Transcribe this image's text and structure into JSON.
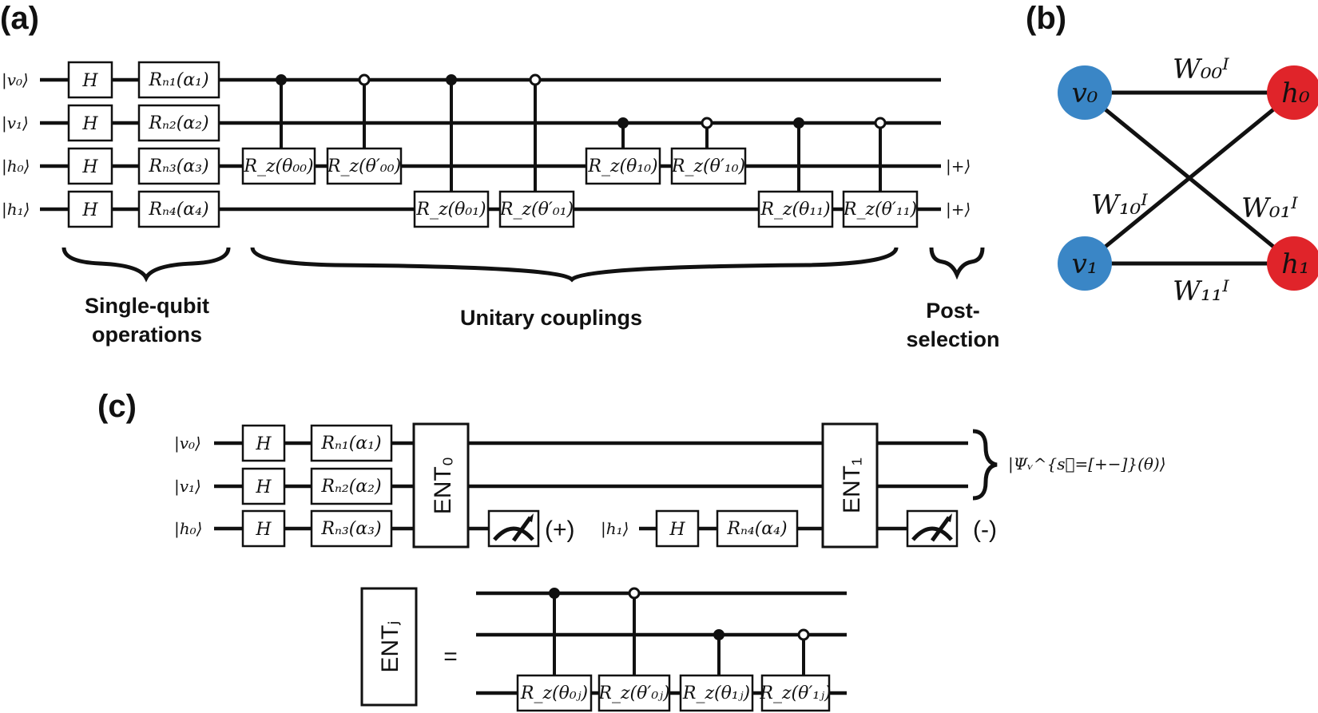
{
  "panels": {
    "a": "(a)",
    "b": "(b)",
    "c": "(c)"
  },
  "circuit_a": {
    "inputs": [
      "|v₀⟩",
      "|v₁⟩",
      "|h₀⟩",
      "|h₁⟩"
    ],
    "hadamard": "H",
    "rotations": [
      "Rₙ₁(α₁)",
      "Rₙ₂(α₂)",
      "Rₙ₃(α₃)",
      "Rₙ₄(α₄)"
    ],
    "couplings": [
      "R_z(θ₀₀)",
      "R_z(θ′₀₀)",
      "R_z(θ₀₁)",
      "R_z(θ′₀₁)",
      "R_z(θ₁₀)",
      "R_z(θ′₁₀)",
      "R_z(θ₁₁)",
      "R_z(θ′₁₁)"
    ],
    "outputs": [
      "|+⟩",
      "|+⟩"
    ],
    "groups": {
      "single_qubit_line1": "Single-qubit",
      "single_qubit_line2": "operations",
      "unitary": "Unitary couplings",
      "post_line1": "Post-",
      "post_line2": "selection"
    }
  },
  "graph_b": {
    "nodes": [
      "v0",
      "h0",
      "v1",
      "h1"
    ],
    "node_labels": {
      "v0": "v₀",
      "h0": "h₀",
      "v1": "v₁",
      "h1": "h₁"
    },
    "edge_labels": {
      "w00": "W₀₀ᴵ",
      "w10": "W₁₀ᴵ",
      "w01": "W₀₁ᴵ",
      "w11": "W₁₁ᴵ"
    },
    "colors": {
      "visible": "#3a86c6",
      "hidden": "#e0242a"
    }
  },
  "circuit_c": {
    "inputs": [
      "|v₀⟩",
      "|v₁⟩",
      "|h₀⟩"
    ],
    "late_input": "|h₁⟩",
    "hadamard": "H",
    "rotations": [
      "Rₙ₁(α₁)",
      "Rₙ₂(α₂)",
      "Rₙ₃(α₃)"
    ],
    "late_rotation": "Rₙ₄(α₄)",
    "ent0": "ENT₀",
    "ent1": "ENT₁",
    "meas1": "(+)",
    "meas2": "(-)",
    "state": "|Ψᵥ^{s⃗=[+−]}(θ)⟩"
  },
  "ent_def": {
    "label": "ENTⱼ",
    "equals": "=",
    "gates": [
      "R_z(θ₀ⱼ)",
      "R_z(θ′₀ⱼ)",
      "R_z(θ₁ⱼ)",
      "R_z(θ′₁ⱼ)"
    ]
  }
}
